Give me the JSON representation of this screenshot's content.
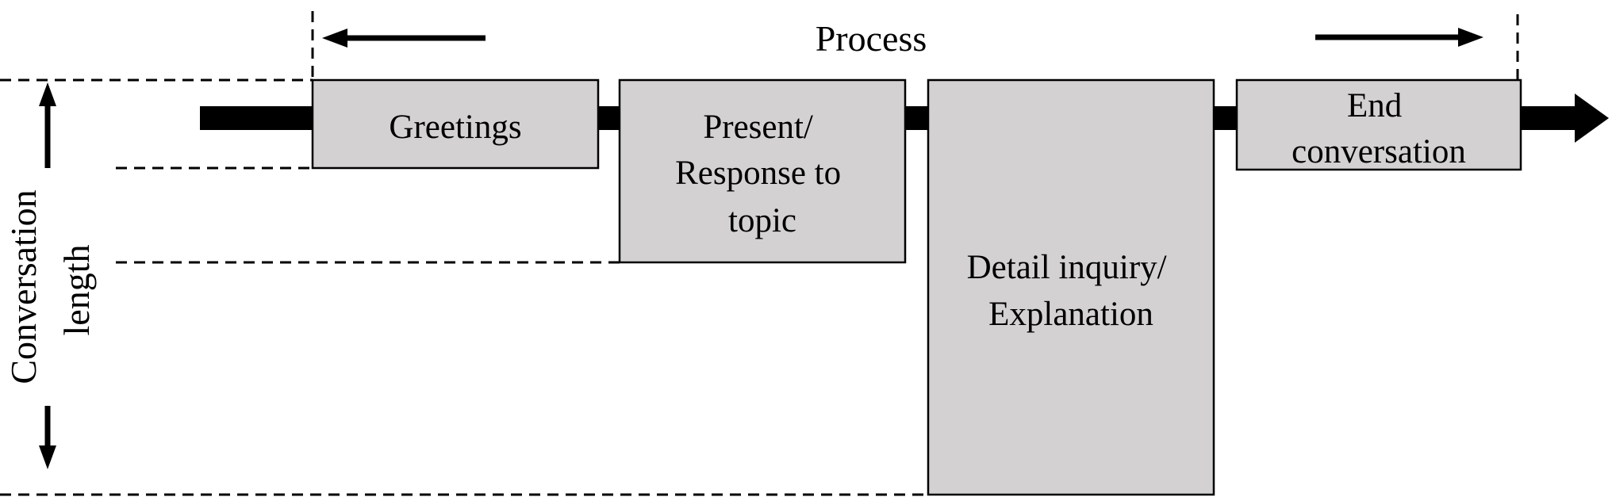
{
  "process_label": "Process",
  "axis_label_line1": "Conversation",
  "axis_label_line2": "length",
  "stages": [
    {
      "lines": [
        "Greetings"
      ]
    },
    {
      "lines": [
        "Present/",
        "Response to",
        "topic"
      ]
    },
    {
      "lines": [
        "Detail inquiry/",
        "Explanation"
      ]
    },
    {
      "lines": [
        "End",
        "conversation"
      ]
    }
  ],
  "colors": {
    "box_fill": "#d3d1d2",
    "stroke": "#000000"
  }
}
